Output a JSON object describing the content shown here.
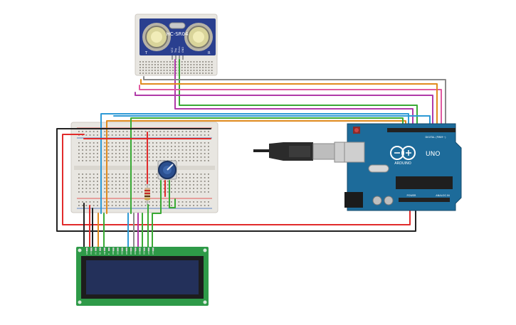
{
  "sensor": {
    "label": "HC-SR04",
    "pin_labels": [
      "VCC",
      "Trig",
      "Echo",
      "GND"
    ],
    "corner_left": "T",
    "corner_right": "R"
  },
  "arduino": {
    "brand": "ARDUINO",
    "model": "UNO",
    "digital_header": "DIGITAL (PWM~)",
    "power_header": "POWER",
    "analog_header": "ANALOG IN"
  },
  "lcd": {
    "pin_labels": [
      "GND",
      "VCC",
      "V0",
      "RS",
      "RW",
      "E",
      "DB0",
      "DB1",
      "DB2",
      "DB3",
      "DB4",
      "DB5",
      "DB6",
      "DB7",
      "LED",
      "LED"
    ]
  },
  "colors": {
    "wire_red": "#e12b2b",
    "wire_black": "#222222",
    "wire_green": "#3aaa35",
    "wire_blue": "#2e9ad6",
    "wire_orange": "#e08a1e",
    "wire_purple": "#b03aa8",
    "wire_gray": "#8a8a8a",
    "wire_pink": "#e05aa0",
    "breadboard": "#e8e6e1",
    "arduino_board": "#1d6b9a",
    "sensor_board": "#2a3f8f",
    "lcd_board": "#2e9a48",
    "lcd_screen": "#23305a"
  }
}
